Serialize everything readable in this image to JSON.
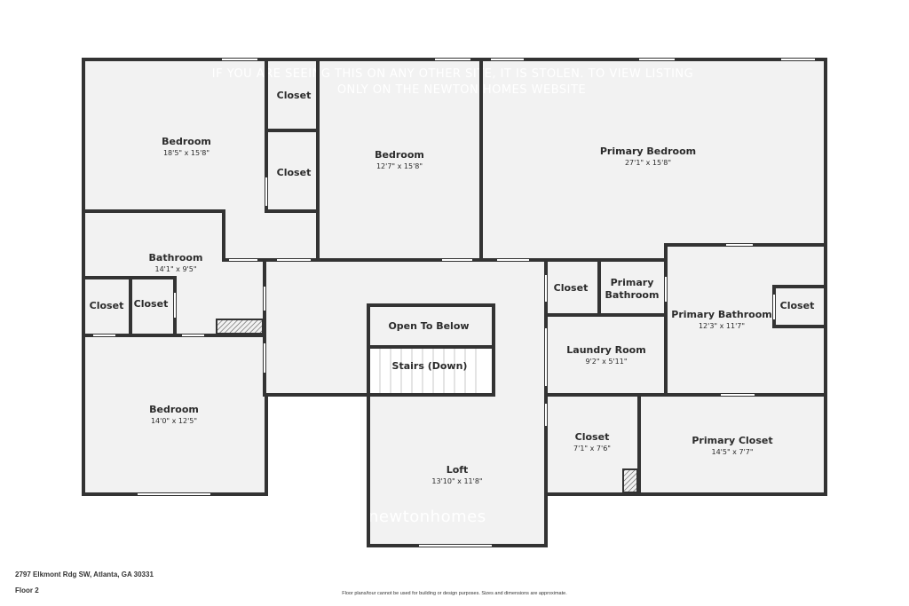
{
  "watermark": {
    "line1": "IF YOU ARE SEEING THIS ON ANY OTHER SITE, IT IS STOLEN. TO VIEW LISTING",
    "line2": "ONLY ON THE NEWTON HOMES WEBSITE",
    "brand": "newtonhomes"
  },
  "rooms": [
    {
      "name": "Bedroom",
      "dims": "18'5\" x 15'8\""
    },
    {
      "name": "Closet",
      "dims": ""
    },
    {
      "name": "Closet",
      "dims": ""
    },
    {
      "name": "Bedroom",
      "dims": "12'7\" x 15'8\""
    },
    {
      "name": "Primary Bedroom",
      "dims": "27'1\" x 15'8\""
    },
    {
      "name": "Bathroom",
      "dims": "14'1\" x 9'5\""
    },
    {
      "name": "Closet",
      "dims": ""
    },
    {
      "name": "Closet",
      "dims": ""
    },
    {
      "name": "Bedroom",
      "dims": "14'0\" x 12'5\""
    },
    {
      "name": "Open To Below",
      "dims": ""
    },
    {
      "name": "Stairs (Down)",
      "dims": ""
    },
    {
      "name": "Loft",
      "dims": "13'10\" x 11'8\""
    },
    {
      "name": "Closet",
      "dims": ""
    },
    {
      "name": "Primary",
      "dims": "Bathroom"
    },
    {
      "name": "Primary Bathroom",
      "dims": "12'3\" x 11'7\""
    },
    {
      "name": "Closet",
      "dims": ""
    },
    {
      "name": "Laundry Room",
      "dims": "9'2\" x 5'11\""
    },
    {
      "name": "Closet",
      "dims": "7'1\" x 7'6\""
    },
    {
      "name": "Primary Closet",
      "dims": "14'5\" x 7'7\""
    }
  ],
  "footer": {
    "address": "2797 Elkmont Rdg SW, Atlanta, GA 30331",
    "floor": "Floor 2",
    "disclaimer": "Floor plans/tour cannot be used for building or design purposes. Sizes and dimensions are approximate."
  }
}
